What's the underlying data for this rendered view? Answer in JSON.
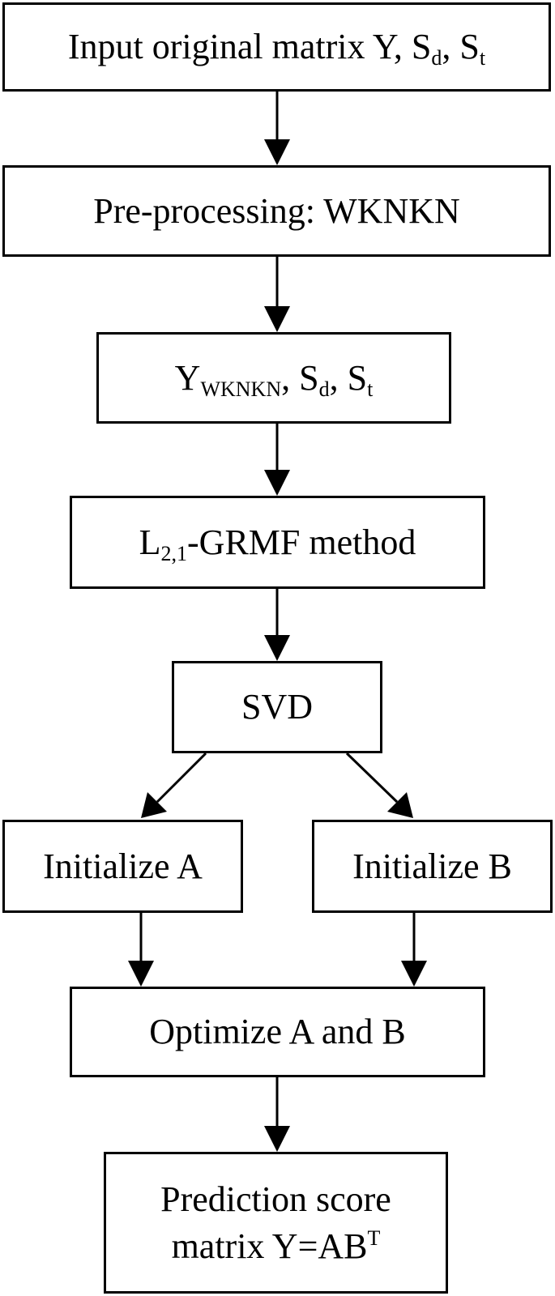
{
  "boxes": {
    "input": {
      "prefix": "Input original matrix Y, S",
      "sd": "d",
      "sep": ", S",
      "st": "t"
    },
    "preprocessing": {
      "label": "Pre-processing: WKNKN"
    },
    "ywknkn": {
      "y": "Y",
      "ysub": "WKNKN",
      "sep1": ", S",
      "sd": "d",
      "sep2": ", S",
      "st": "t"
    },
    "grmf": {
      "l": "L",
      "lsub": "2,1",
      "rest": "-GRMF method"
    },
    "svd": {
      "label": "SVD"
    },
    "init_a": {
      "label": "Initialize A"
    },
    "init_b": {
      "label": "Initialize B"
    },
    "optimize": {
      "label": "Optimize A and B"
    },
    "prediction": {
      "line1": "Prediction score",
      "line2": "matrix Y=AB",
      "sup": "T"
    }
  }
}
